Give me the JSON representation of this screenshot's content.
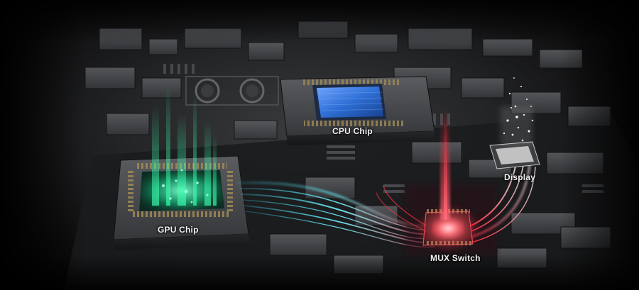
{
  "diagram": {
    "nodes": {
      "cpu": {
        "label": "CPU Chip",
        "color": "#2f6fd6"
      },
      "gpu": {
        "label": "GPU Chip",
        "color": "#2fd69a"
      },
      "mux": {
        "label": "MUX Switch",
        "color": "#ff3a4a"
      },
      "display": {
        "label": "Display",
        "color": "#e8e8e8"
      }
    },
    "connections": [
      {
        "from": "gpu",
        "to": "mux",
        "color": "#34d7d0"
      },
      {
        "from": "cpu",
        "to": "mux",
        "color": "#ff3344"
      },
      {
        "from": "mux",
        "to": "display",
        "color": "#ff5566"
      }
    ]
  }
}
